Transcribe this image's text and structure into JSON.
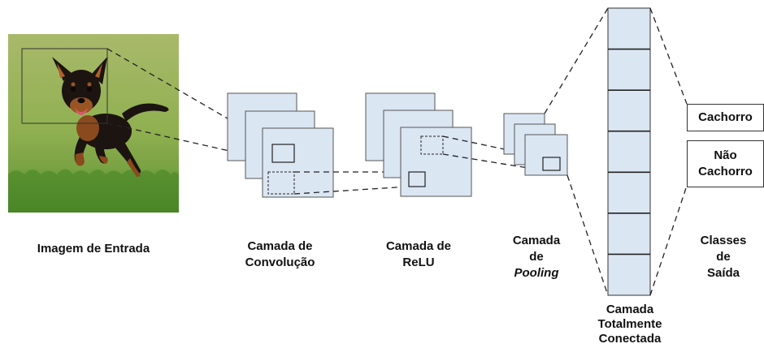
{
  "colors": {
    "layer_fill": "#dbe6f3",
    "layer_stroke": "#555555",
    "dashed_line": "#222222",
    "text": "#111111"
  },
  "input": {
    "label": "Imagem de Entrada",
    "image_icon": "dog-photo"
  },
  "conv": {
    "line1": "Camada de",
    "line2": "Convolução"
  },
  "relu": {
    "line1": "Camada de",
    "line2": "ReLU"
  },
  "pool": {
    "line1": "Camada",
    "line2": "de",
    "line3": "Pooling"
  },
  "fc": {
    "line1": "Camada",
    "line2": "Totalmente",
    "line3": "Conectada",
    "cells": 7
  },
  "output": {
    "class1": "Cachorro",
    "class2_line1": "Não",
    "class2_line2": "Cachorro",
    "line1": "Classes",
    "line2": "de",
    "line3": "Saída"
  }
}
